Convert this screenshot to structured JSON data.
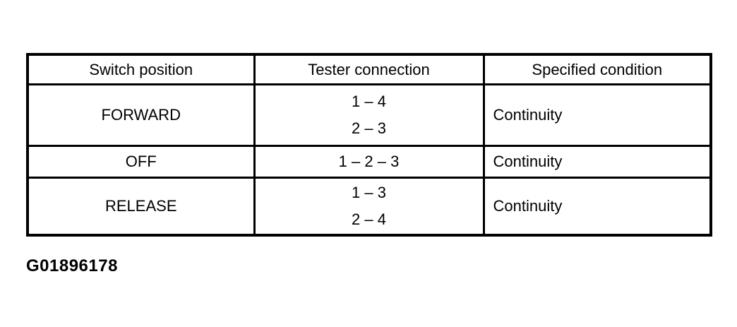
{
  "table": {
    "headers": [
      "Switch position",
      "Tester connection",
      "Specified condition"
    ],
    "rows": [
      {
        "position": "FORWARD",
        "connections": [
          "1 – 4",
          "2 – 3"
        ],
        "condition": "Continuity"
      },
      {
        "position": "OFF",
        "connections": [
          "1 – 2 – 3"
        ],
        "condition": "Continuity"
      },
      {
        "position": "RELEASE",
        "connections": [
          "1 – 3",
          "2 – 4"
        ],
        "condition": "Continuity"
      }
    ]
  },
  "figure_id": "G01896178"
}
